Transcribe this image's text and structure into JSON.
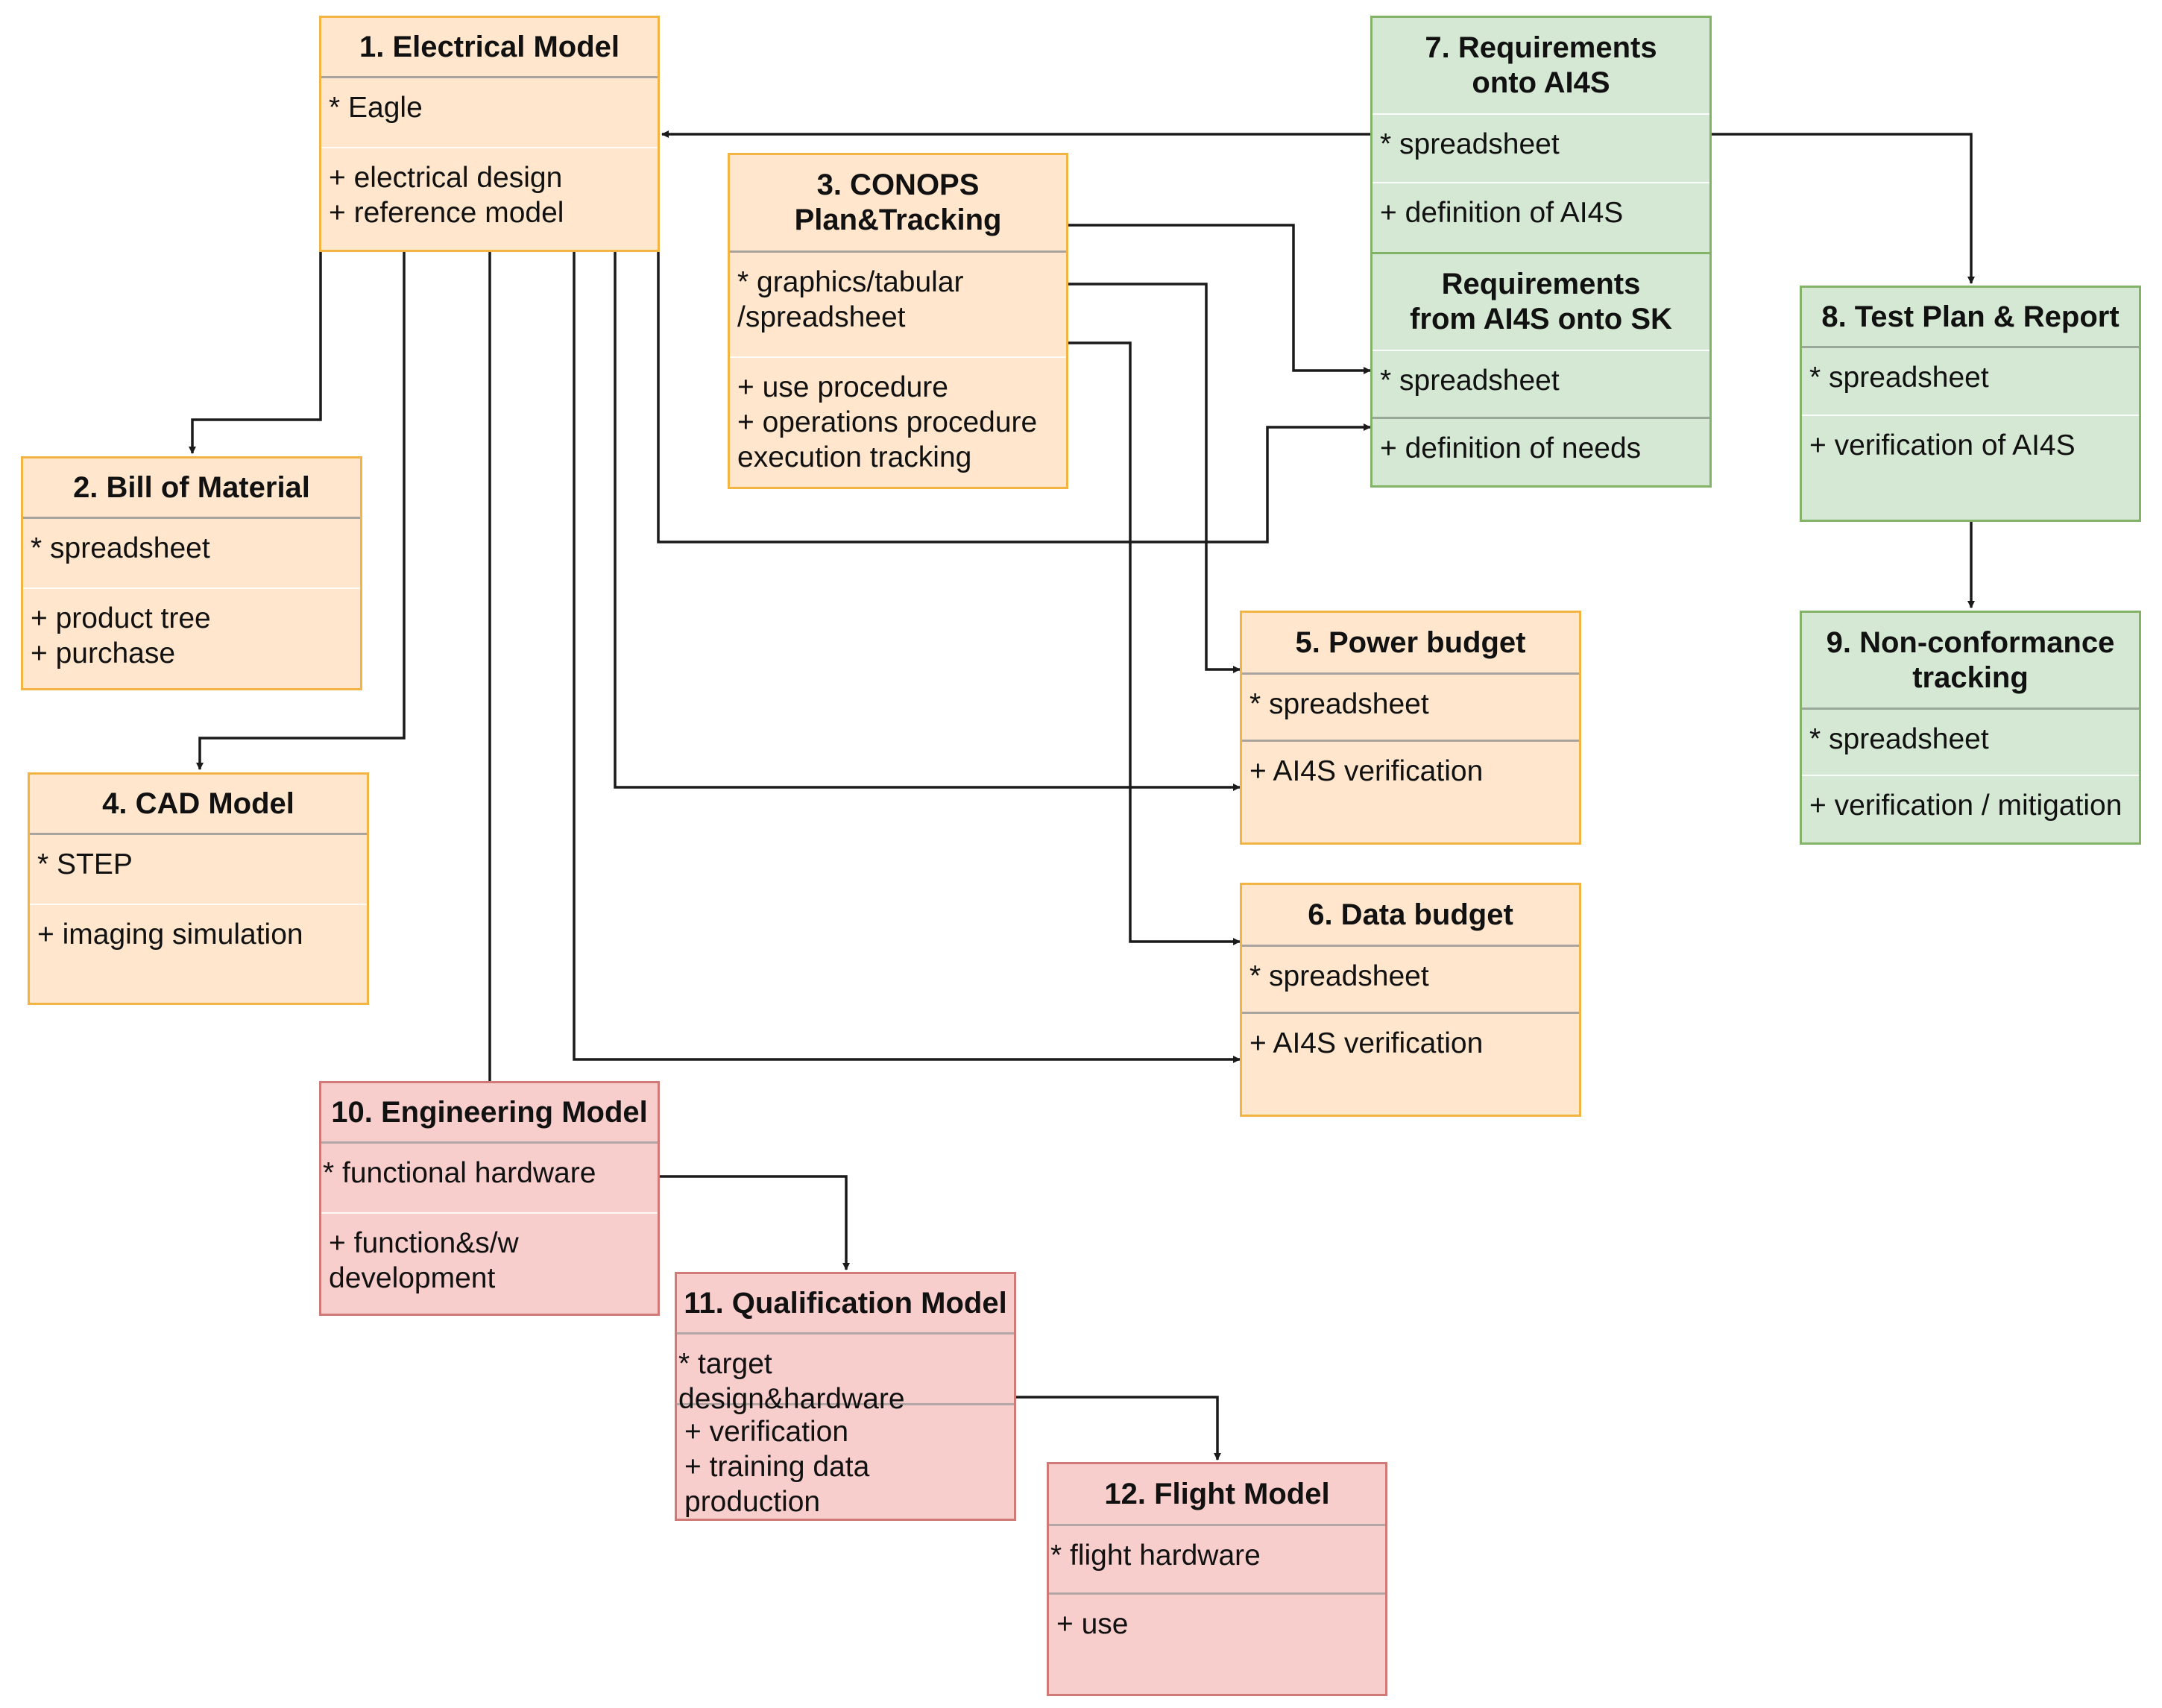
{
  "boxes": {
    "b1": {
      "title": "1. Electrical Model",
      "tool": "* Eagle",
      "uses": "+ electrical design\n+ reference model"
    },
    "b2": {
      "title": "2. Bill of Material",
      "tool": "* spreadsheet",
      "uses": "+ product tree\n+ purchase"
    },
    "b3": {
      "title": "3. CONOPS\nPlan&Tracking",
      "tool": "* graphics/tabular\n/spreadsheet",
      "uses": "+ use procedure\n+ operations procedure\nexecution tracking"
    },
    "b4": {
      "title": "4. CAD Model",
      "tool": "* STEP",
      "uses": "+ imaging simulation"
    },
    "b5": {
      "title": "5. Power budget",
      "tool": "* spreadsheet",
      "uses": "+ AI4S verification"
    },
    "b6": {
      "title": "6. Data budget",
      "tool": "* spreadsheet",
      "uses": "+ AI4S verification"
    },
    "b7": {
      "title": "7. Requirements\nonto AI4S",
      "tool": "* spreadsheet",
      "uses": "+ definition of AI4S"
    },
    "b7b": {
      "title": "Requirements\nfrom AI4S onto SK",
      "tool": "* spreadsheet",
      "uses": "+ definition of needs"
    },
    "b8": {
      "title": "8. Test Plan & Report",
      "tool": "* spreadsheet",
      "uses": "+ verification of AI4S"
    },
    "b9": {
      "title": "9. Non-conformance\ntracking",
      "tool": "* spreadsheet",
      "uses": "+ verification / mitigation"
    },
    "b10": {
      "title": "10. Engineering Model",
      "tool": "* functional hardware",
      "uses": "+ function&s/w\ndevelopment"
    },
    "b11": {
      "title": "11. Qualification Model",
      "tool": "* target design&hardware",
      "uses": "+ verification\n+ training data\nproduction"
    },
    "b12": {
      "title": "12. Flight Model",
      "tool": "* flight hardware",
      "uses": "+ use"
    }
  },
  "colors": {
    "orange_fill": "#ffe6cc",
    "orange_border": "#f2b442",
    "green_fill": "#d5e8d4",
    "green_border": "#82b366",
    "red_fill": "#f8cecc",
    "red_border": "#d07a78",
    "connector": "#1a1a1a"
  }
}
